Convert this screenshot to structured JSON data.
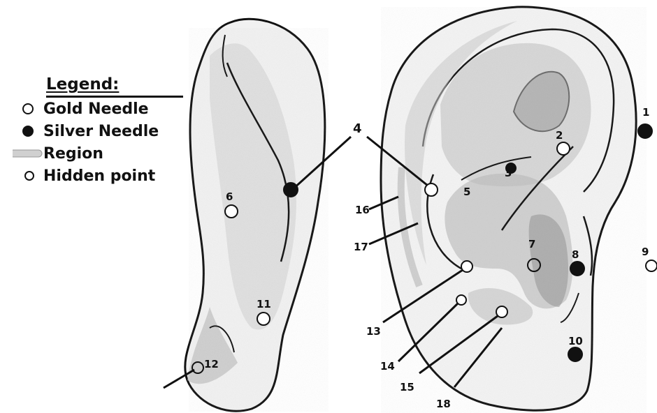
{
  "legend": {
    "title": "Legend:",
    "items": [
      {
        "label": "Gold Needle",
        "icon": "open-circle-icon"
      },
      {
        "label": "Silver Needle",
        "icon": "filled-circle-icon"
      },
      {
        "label": "Region",
        "icon": "region-band-icon"
      },
      {
        "label": "Hidden point",
        "icon": "small-open-circle-icon"
      }
    ]
  },
  "points": {
    "p1": "1",
    "p2": "2",
    "p3": "3",
    "p4": "4",
    "p5": "5",
    "p6": "6",
    "p7": "7",
    "p8": "8",
    "p9": "9",
    "p10": "10",
    "p11": "11",
    "p12": "12",
    "p13": "13",
    "p14": "14",
    "p15": "15",
    "p16": "16",
    "p17": "17",
    "p18": "18"
  },
  "colors": {
    "ink": "#111111",
    "shade": "#bdbdbd",
    "region": "#d0d0d0",
    "paper": "#ffffff"
  }
}
